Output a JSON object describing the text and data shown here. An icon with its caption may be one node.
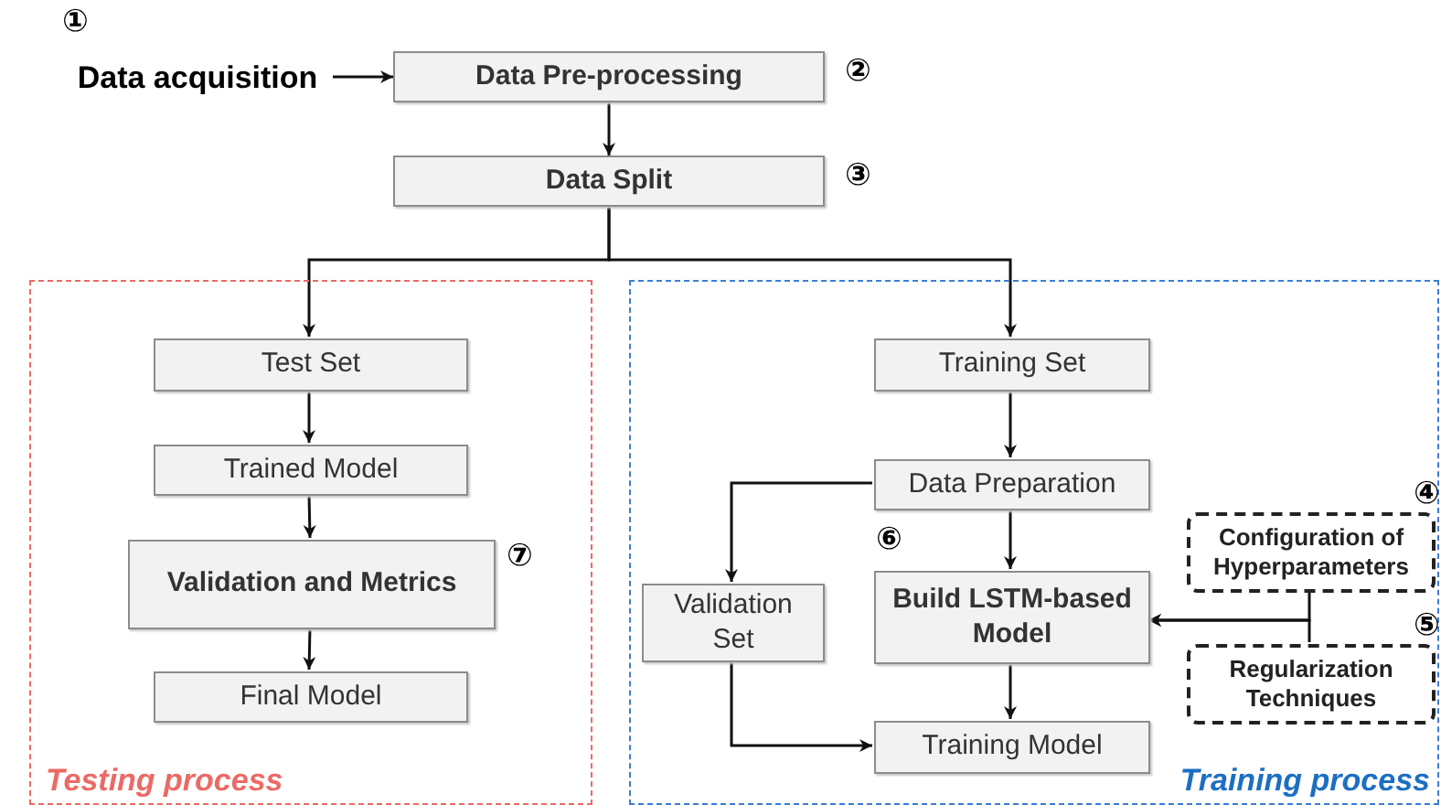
{
  "diagram": {
    "nodes": [
      {
        "text": [
          "Testing process"
        ]
      },
      {
        "text": [
          "Training process"
        ]
      },
      {
        "text": [
          "Data acquisition"
        ],
        "beside": [
          "①"
        ]
      },
      {
        "text": [
          "Data Pre-processing"
        ],
        "beside": [
          "②"
        ]
      },
      {
        "text": [
          "Data Split"
        ],
        "beside": [
          "③"
        ]
      },
      {
        "text": [
          "Test Set"
        ],
        "in": 0
      },
      {
        "text": [
          "Trained Model"
        ],
        "in": 0
      },
      {
        "text": [
          "Validation and Metrics"
        ],
        "in": 0,
        "beside": [
          "⑦"
        ]
      },
      {
        "text": [
          "Final Model"
        ],
        "in": 0
      },
      {
        "text": [
          "Training Set"
        ],
        "in": 1
      },
      {
        "text": [
          "Data Preparation"
        ],
        "in": 1
      },
      {
        "text": [
          "Validation Set"
        ],
        "in": 1
      },
      {
        "text": [
          "Build LSTM-based Model"
        ],
        "in": 1,
        "beside": [
          "⑥"
        ]
      },
      {
        "text": [
          "Training Model"
        ],
        "in": 1
      },
      {
        "text": [
          "Configuration of Hyperparameters"
        ],
        "in": 1,
        "beside": [
          "④"
        ]
      },
      {
        "text": [
          "Regularization Techniques"
        ],
        "in": 1,
        "beside": [
          "⑤"
        ]
      }
    ],
    "edges": [
      {
        "from": 2,
        "to": 3,
        "arrow": "to"
      },
      {
        "from": 3,
        "to": 4,
        "arrow": "to"
      },
      {
        "from": 4,
        "to": 5,
        "arrow": "to"
      },
      {
        "from": 4,
        "to": 9,
        "arrow": "to"
      },
      {
        "from": 5,
        "to": 6,
        "arrow": "to"
      },
      {
        "from": 6,
        "to": 7,
        "arrow": "to"
      },
      {
        "from": 7,
        "to": 8,
        "arrow": "to"
      },
      {
        "from": 9,
        "to": 10,
        "arrow": "to"
      },
      {
        "from": 10,
        "to": 11,
        "arrow": "to"
      },
      {
        "from": 10,
        "to": 12,
        "arrow": "to"
      },
      {
        "from": 12,
        "to": 13,
        "arrow": "to"
      },
      {
        "from": 11,
        "to": 13,
        "arrow": "to"
      },
      {
        "from": 14,
        "to": 12,
        "arrow": "to"
      },
      {
        "from": 15,
        "to": 12,
        "arrow": "to"
      }
    ]
  }
}
